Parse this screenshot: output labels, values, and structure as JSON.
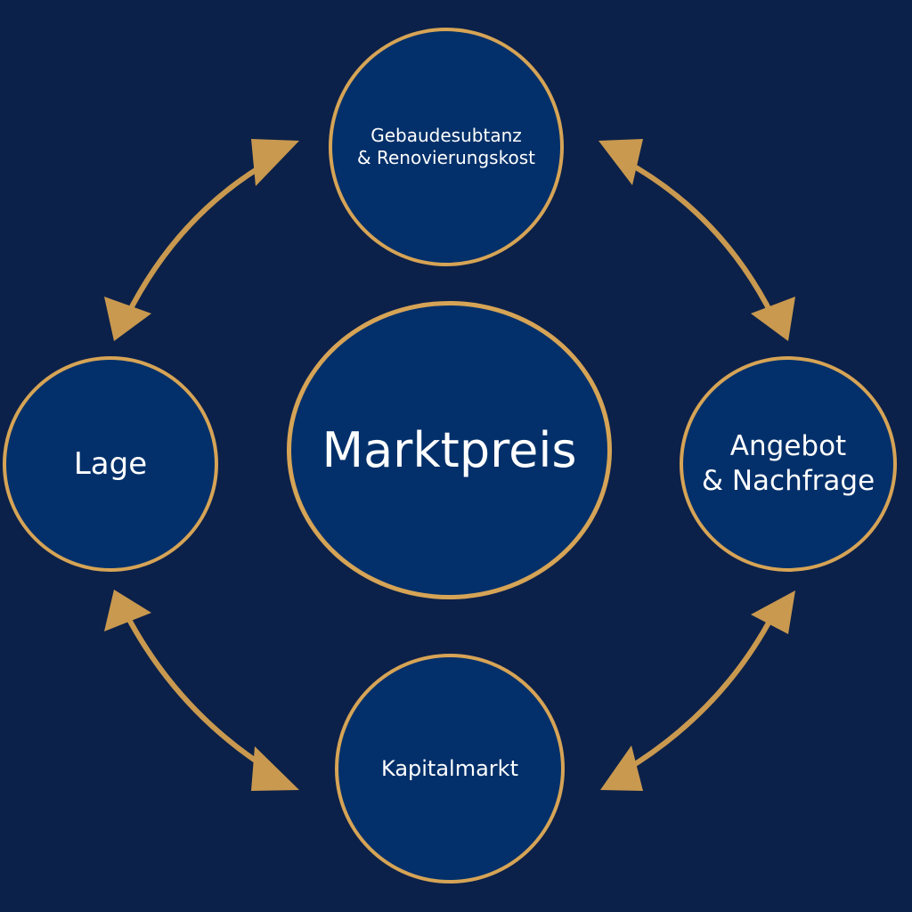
{
  "diagram": {
    "center": {
      "label": "Marktpreis"
    },
    "nodes": {
      "top": {
        "lines": [
          "Gebaudesubtanz",
          "& Renovierungskost"
        ]
      },
      "left": {
        "lines": [
          "Lage"
        ]
      },
      "right": {
        "lines": [
          "Angebot",
          "& Nachfrage"
        ]
      },
      "bottom": {
        "lines": [
          "Kapitalmarkt"
        ]
      }
    },
    "connections": [
      {
        "from": "left",
        "to": "top",
        "type": "double-arrow"
      },
      {
        "from": "top",
        "to": "right",
        "type": "double-arrow"
      },
      {
        "from": "right",
        "to": "bottom",
        "type": "double-arrow"
      },
      {
        "from": "bottom",
        "to": "left",
        "type": "double-arrow"
      }
    ],
    "colors": {
      "background": "#0c2149",
      "node_fill": "#03306a",
      "accent_gold": "#d6a456",
      "text": "#ffffff"
    }
  }
}
